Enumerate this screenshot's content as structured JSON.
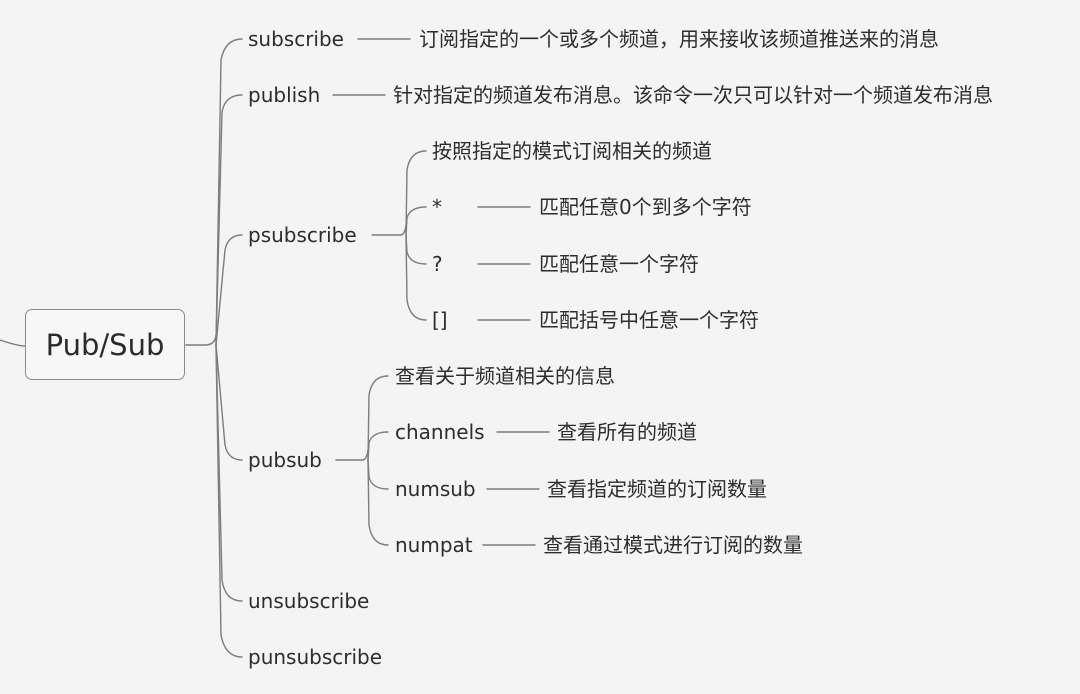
{
  "root": {
    "label": "Pub/Sub"
  },
  "commands": {
    "subscribe": {
      "label": "subscribe",
      "desc": "订阅指定的一个或多个频道，用来接收该频道推送来的消息"
    },
    "publish": {
      "label": "publish",
      "desc": "针对指定的频道发布消息。该命令一次只可以针对一个频道发布消息"
    },
    "psubscribe": {
      "label": "psubscribe",
      "desc": "按照指定的模式订阅相关的频道",
      "patterns": [
        {
          "symbol": "*",
          "desc": "匹配任意0个到多个字符"
        },
        {
          "symbol": "?",
          "desc": "匹配任意一个字符"
        },
        {
          "symbol": "[]",
          "desc": "匹配括号中任意一个字符"
        }
      ]
    },
    "pubsub": {
      "label": "pubsub",
      "desc": "查看关于频道相关的信息",
      "subcommands": [
        {
          "label": "channels",
          "desc": "查看所有的频道"
        },
        {
          "label": "numsub",
          "desc": "查看指定频道的订阅数量"
        },
        {
          "label": "numpat",
          "desc": "查看通过模式进行订阅的数量"
        }
      ]
    },
    "unsubscribe": {
      "label": "unsubscribe"
    },
    "punsubscribe": {
      "label": "punsubscribe"
    }
  }
}
